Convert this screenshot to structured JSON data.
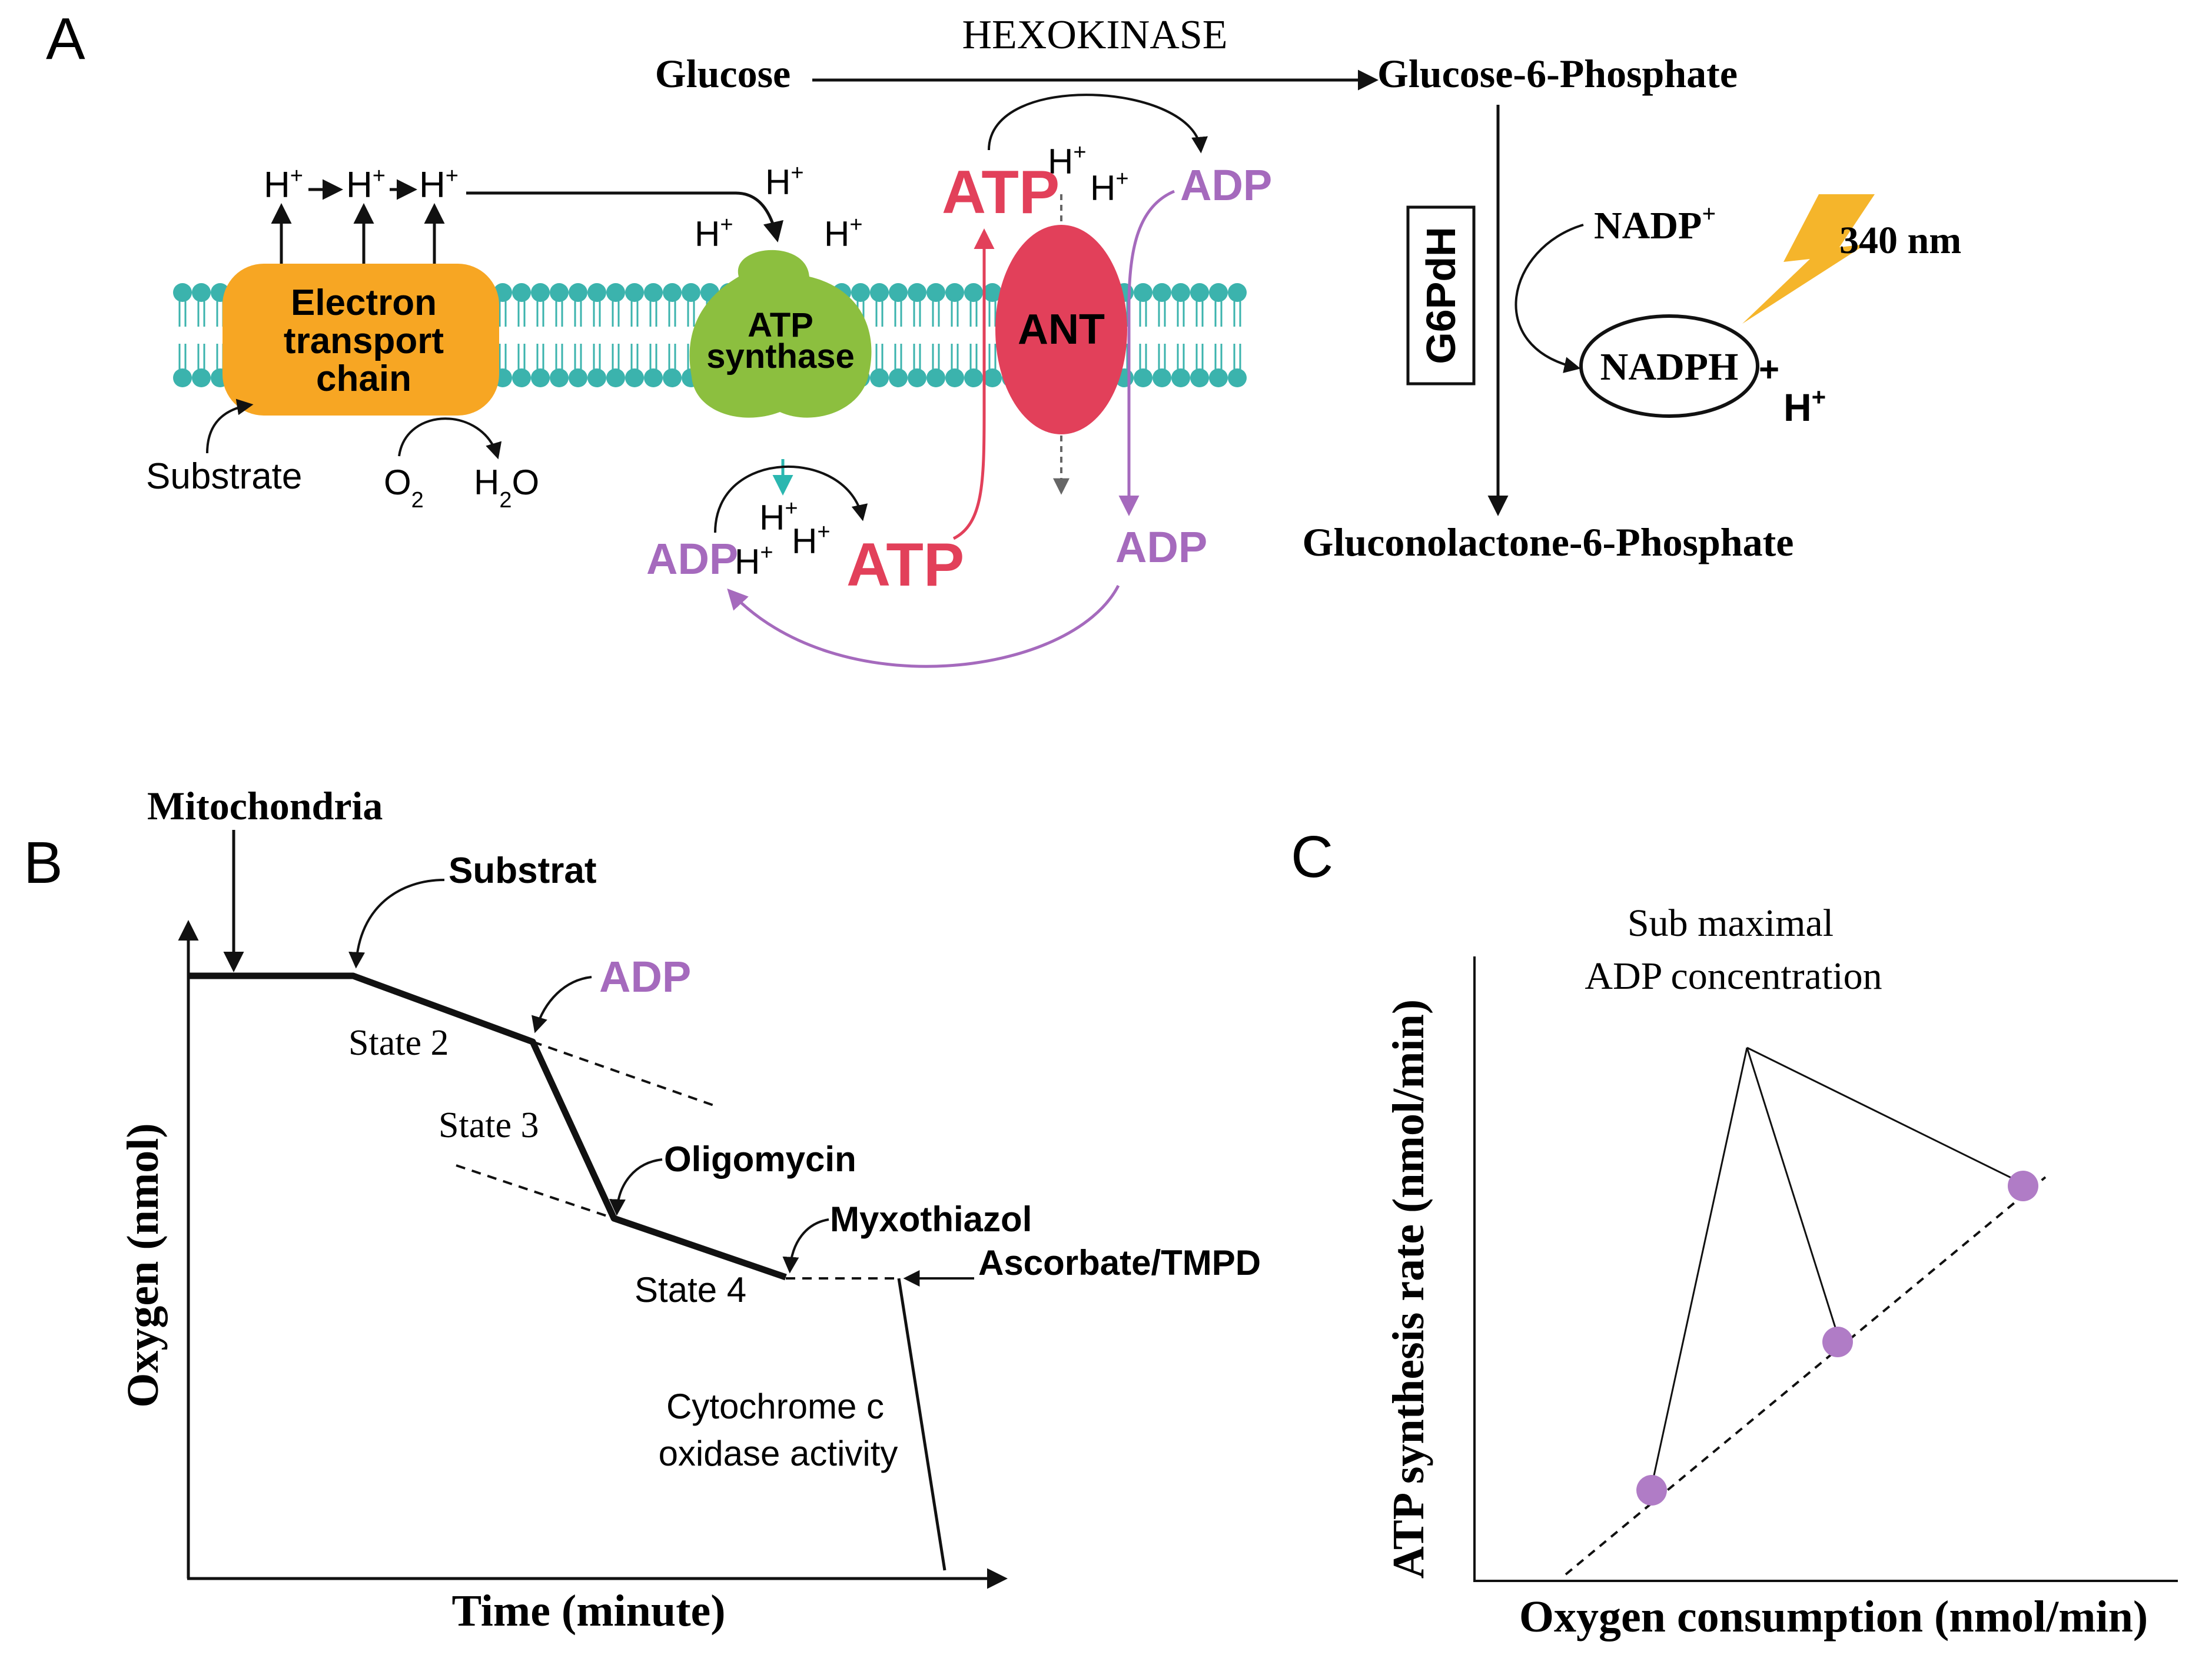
{
  "colors": {
    "ink": "#111111",
    "membrane": "#3bb3ad",
    "etc": "#f7a623",
    "atp_synthase": "#8cbf3f",
    "ant": "#e2405a",
    "atp_red": "#e2405a",
    "adp_purple": "#a56abd",
    "bolt": "#f5b52b",
    "teal_arrow": "#2bb7b0",
    "dot": "#b07cc6"
  },
  "panel_a": {
    "label": "A",
    "hexokinase": "HEXOKINASE",
    "glucose": "Glucose",
    "g6p": "Glucose-6-Phosphate",
    "g6pdh": "G6PdH",
    "nadp": "NADP",
    "nadp_sup": "+",
    "nadph": "NADPH",
    "plus": "+",
    "h": "H",
    "h_sup": "+",
    "wavelength": "340 nm",
    "gluconolactone": "Gluconolactone-6-Phosphate",
    "etc_lines": [
      "Electron",
      "transport",
      "chain"
    ],
    "atp_synthase_lines": [
      "ATP",
      "synthase"
    ],
    "ant": "ANT",
    "substrate": "Substrate",
    "o2": "O",
    "o2_sub": "2",
    "h2o_h": "H",
    "h2o_sub": "2",
    "h2o_o": "O",
    "atp": "ATP",
    "adp": "ADP"
  },
  "panel_b": {
    "label": "B",
    "mitochondria": "Mitochondria",
    "substrat": "Substrat",
    "adp": "ADP",
    "state2": "State 2",
    "state3": "State 3",
    "state4": "State 4",
    "oligomycin": "Oligomycin",
    "myxothiazol": "Myxothiazol",
    "ascorbate": "Ascorbate/TMPD",
    "cyt_line1": "Cytochrome c",
    "cyt_line2": "oxidase activity",
    "ylabel": "Oxygen (nmol)",
    "xlabel": "Time (minute)"
  },
  "panel_c": {
    "label": "C",
    "annotation_line1": "Sub maximal",
    "annotation_line2": "ADP concentration",
    "ylabel": "ATP synthesis rate (nmol/min)",
    "xlabel": "Oxygen consumption (nmol/min)"
  }
}
